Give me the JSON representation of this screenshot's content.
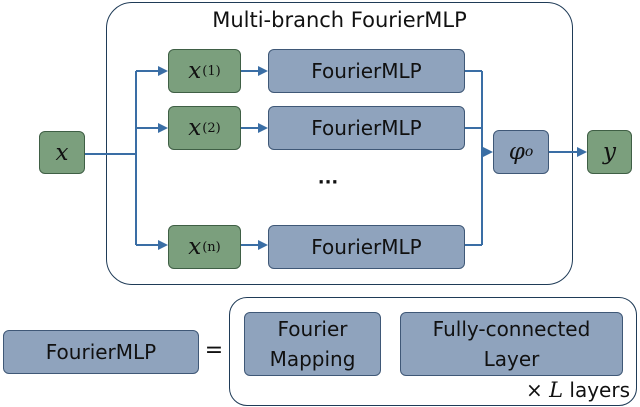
{
  "diagram": {
    "title": "Multi-branch FourierMLP",
    "input": {
      "var": "x"
    },
    "branches": [
      {
        "var": "x",
        "index": "(1)",
        "block": "FourierMLP"
      },
      {
        "var": "x",
        "index": "(2)",
        "block": "FourierMLP"
      },
      {
        "var": "x",
        "index": "(n)",
        "block": "FourierMLP"
      }
    ],
    "ellipsis": "···",
    "combiner": {
      "var": "φ",
      "sub": "o"
    },
    "output": {
      "var": "y"
    }
  },
  "legend": {
    "block": "FourierMLP",
    "equals": "=",
    "parts": [
      {
        "line1": "Fourier",
        "line2": "Mapping"
      },
      {
        "line1": "Fully-connected",
        "line2": "Layer"
      }
    ],
    "repeat_symbol": "×",
    "repeat_var": "L",
    "repeat_text": "layers"
  },
  "colors": {
    "green_fill": "#7b9f7d",
    "blue_fill": "#8fa3bd",
    "stroke": "#1f3b57"
  }
}
